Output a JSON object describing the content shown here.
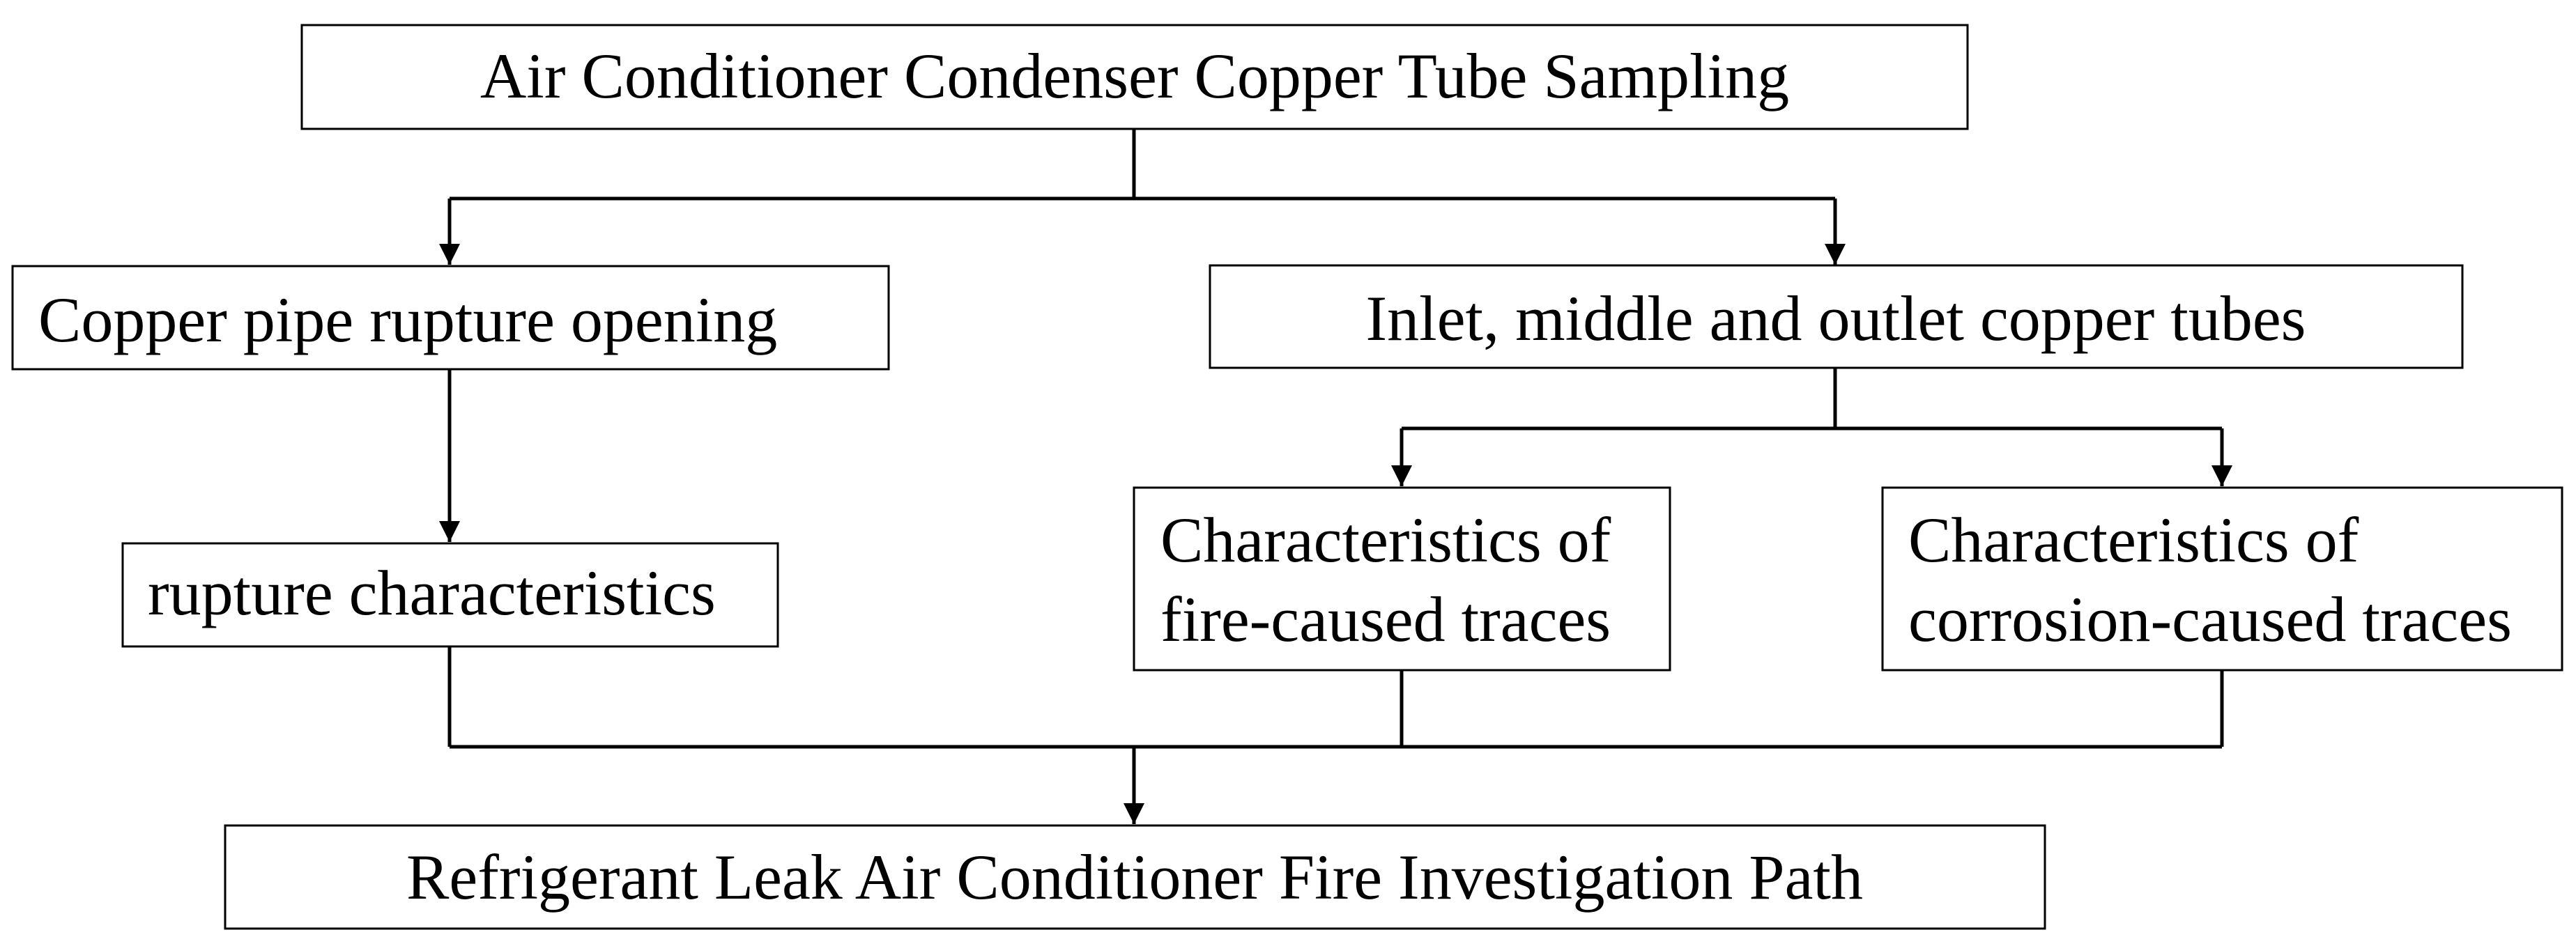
{
  "nodes": {
    "sampling": {
      "text": "Air Conditioner Condenser Copper Tube Sampling"
    },
    "rupture_opening": {
      "text": "Copper pipe rupture opening"
    },
    "tubes": {
      "text": "Inlet, middle and outlet copper tubes"
    },
    "rupture_char": {
      "text": "rupture characteristics"
    },
    "fire_traces": {
      "line1": "Characteristics of",
      "line2": "fire-caused traces"
    },
    "corrosion_traces": {
      "line1": "Characteristics of",
      "line2": "corrosion-caused traces"
    },
    "path": {
      "text": "Refrigerant Leak Air Conditioner Fire Investigation Path"
    }
  },
  "colors": {
    "stroke": "#000000",
    "fill": "#ffffff",
    "text": "#000000"
  }
}
